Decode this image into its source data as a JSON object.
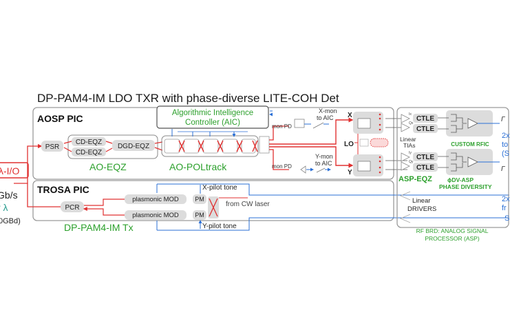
{
  "diagram": {
    "title": "DP-PAM4-IM LDO TXR with phase-diverse LITE-COH Det",
    "left_edge": {
      "io_label": "λ-I/O",
      "rate_fragment": "Gb/s",
      "lambda_fragment": "r λ",
      "baud_fragment": "0GBd)"
    },
    "aosp": {
      "header": "AOSP PIC",
      "psr": "PSR",
      "cd_eqz_1": "CD-EQZ",
      "cd_eqz_2": "CD-EQZ",
      "dgd_eqz": "DGD-EQZ",
      "ao_eqz_label": "AO-EQZ",
      "ao_poltrack_label": "AO-POLtrack",
      "aic_line1": "Algorithmic Intelligence",
      "aic_line2": "Controller (AIC)",
      "mon_pd_top": "mon PD",
      "mon_pd_bottom": "mon PD",
      "x_mon_line1": "X-mon",
      "x_mon_line2": "to AIC",
      "y_mon_line1": "Y-mon",
      "y_mon_line2": "to AIC",
      "x_label": "X",
      "y_label": "Y",
      "lo_label": "LO"
    },
    "trosa": {
      "header": "TROSA PIC",
      "pcr": "PCR",
      "mod_1": "plasmonic MOD",
      "mod_2": "plasmonic MOD",
      "pm_1": "PM",
      "pm_2": "PM",
      "x_pilot": "X-pilot tone",
      "y_pilot": "Y-pilot tone",
      "cw_laser": "from CW laser",
      "tx_label": "DP-PAM4-IM Tx"
    },
    "asp": {
      "ix": "Ix",
      "qx": "Qx",
      "iy": "Iy",
      "qy": "Qy",
      "ctle": "CTLE",
      "linear_tias_1": "Linear",
      "linear_tias_2": "TIAs",
      "custom_rfic": "CUSTOM RFIC",
      "asp_eqz": "ASP-EQZ",
      "dv_asp": "ϕDV-ASP",
      "phase_diversity": "PHASE DIVERSITY",
      "linear_drivers_1": "Linear",
      "linear_drivers_2": "DRIVERS",
      "footer_1": "RF BRD: ANALOG SIGNAL",
      "footer_2": "PROCESSOR (ASP)"
    },
    "right_edge": {
      "out_top": "Γ",
      "out_bottom": "Γ",
      "frag_2x": "2x",
      "frag_to": "to",
      "frag_s": "(S",
      "frag_2x_b": "2x",
      "frag_fr": "fr",
      "frag_s_b": "S"
    },
    "colors": {
      "optical_path": "#e03030",
      "electrical_path": "#2a6fd6",
      "label_green": "#2ca02c",
      "block_fill": "#dcdcdc",
      "border": "#9a9a9a"
    }
  }
}
